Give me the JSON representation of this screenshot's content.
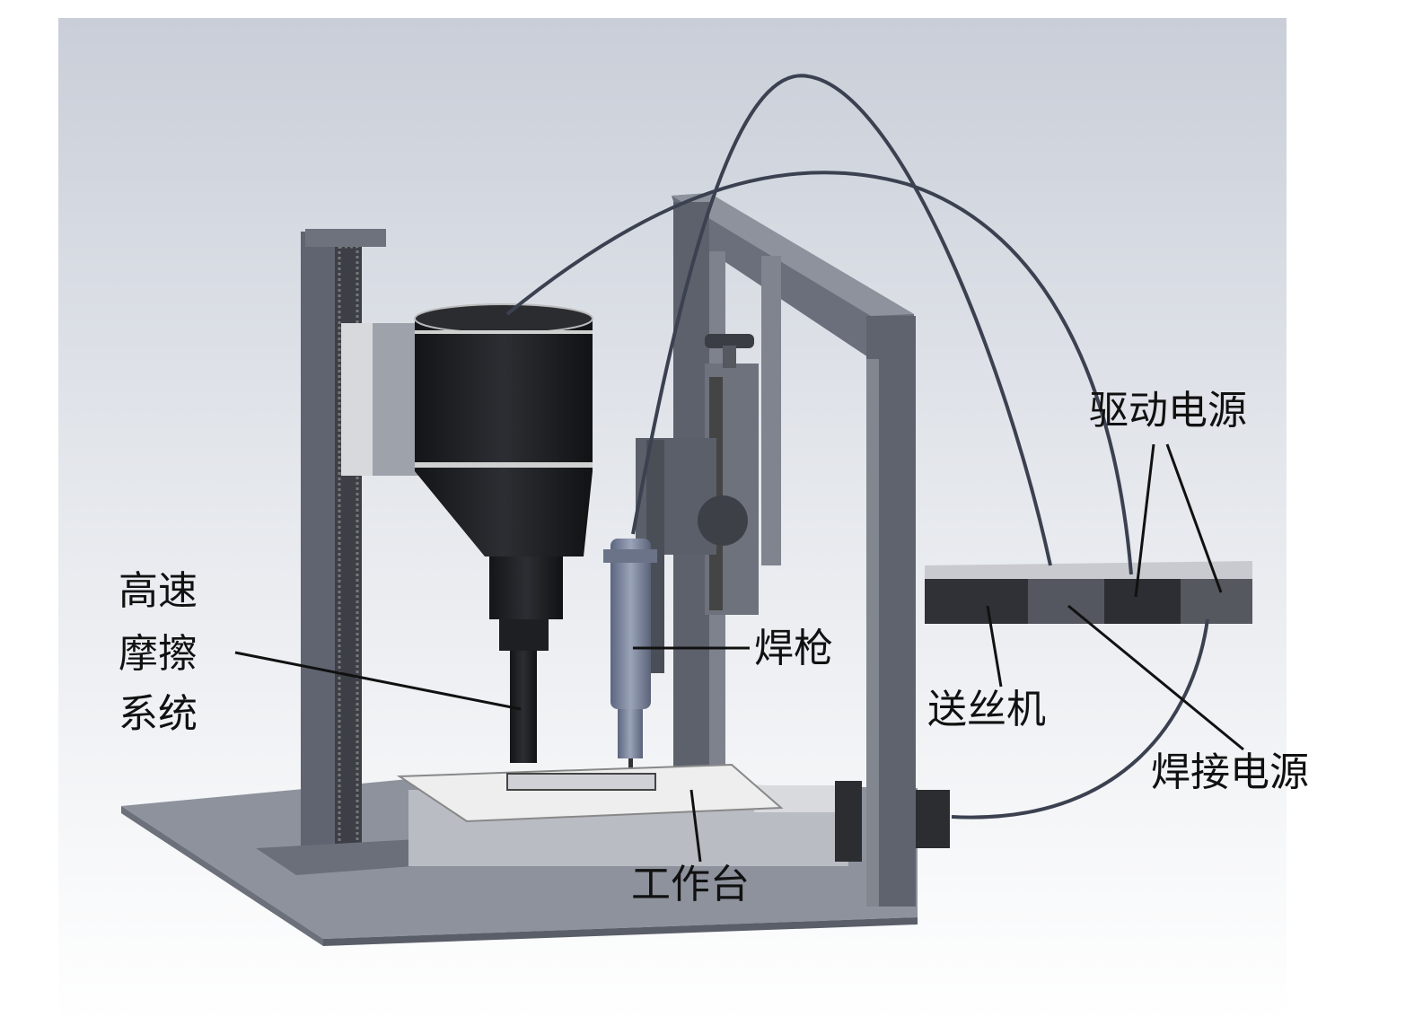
{
  "labels": {
    "friction_system": [
      "高速",
      "摩擦",
      "系统"
    ],
    "welding_torch": "焊枪",
    "drive_power": "驱动电源",
    "wire_feeder": "送丝机",
    "welding_power": "焊接电源",
    "worktable": "工作台"
  },
  "colors": {
    "frame": "#5f6470",
    "motor": "#1f2125",
    "torch": "#7c869c",
    "table": "#eeeeee"
  }
}
